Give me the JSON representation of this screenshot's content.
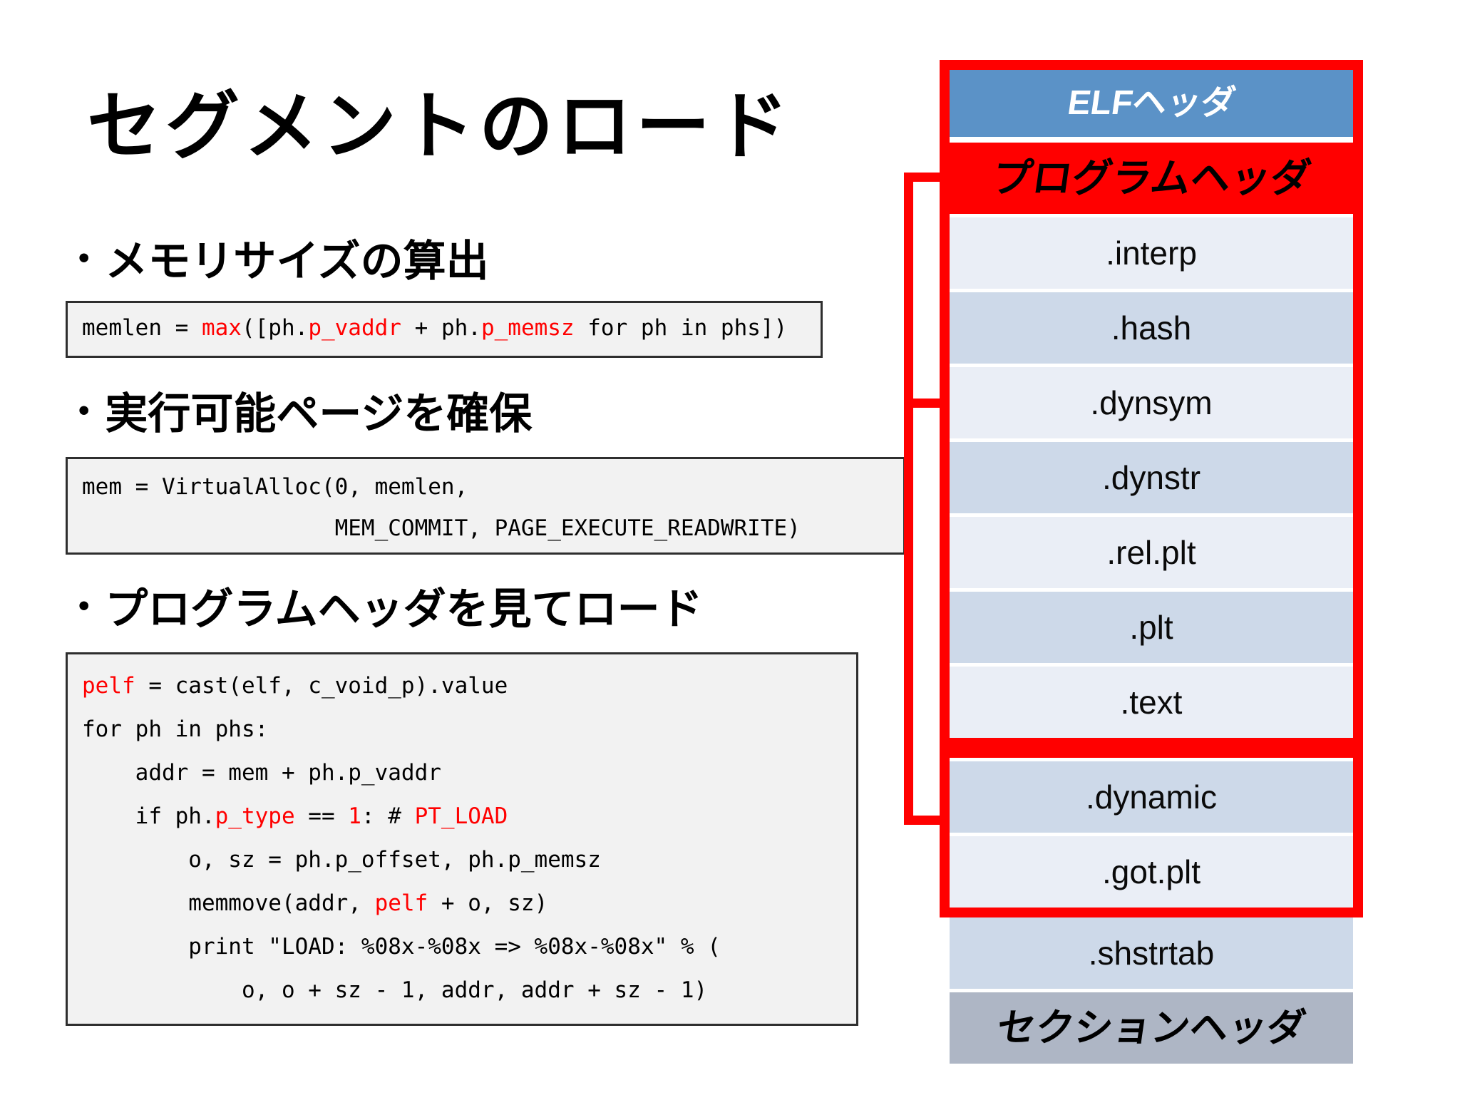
{
  "slide": {
    "title": "セグメントのロード",
    "bullet_char": "•",
    "bullets": [
      {
        "label": "メモリサイズの算出"
      },
      {
        "label": "実行可能ページを確保"
      },
      {
        "label": "プログラムヘッダを見てロード"
      }
    ]
  },
  "code_blocks": [
    {
      "name": "memlen",
      "lines": [
        [
          {
            "t": "memlen = "
          },
          {
            "t": "max",
            "r": true
          },
          {
            "t": "([ph."
          },
          {
            "t": "p_vaddr",
            "r": true
          },
          {
            "t": " + ph."
          },
          {
            "t": "p_memsz",
            "r": true
          },
          {
            "t": " for ph in phs])"
          }
        ]
      ]
    },
    {
      "name": "virtualalloc",
      "lines": [
        [
          {
            "t": "mem = VirtualAlloc(0, memlen,"
          }
        ],
        [
          {
            "t": "                   MEM_COMMIT, PAGE_EXECUTE_READWRITE)"
          }
        ]
      ]
    },
    {
      "name": "load-loop",
      "lines": [
        [
          {
            "t": "pelf",
            "r": true
          },
          {
            "t": " = cast(elf, c_void_p).value"
          }
        ],
        [
          {
            "t": "for ph in phs:"
          }
        ],
        [
          {
            "t": "    addr = mem + ph.p_vaddr"
          }
        ],
        [
          {
            "t": "    if ph."
          },
          {
            "t": "p_type",
            "r": true
          },
          {
            "t": " == "
          },
          {
            "t": "1",
            "r": true
          },
          {
            "t": ": # "
          },
          {
            "t": "PT_LOAD",
            "r": true
          }
        ],
        [
          {
            "t": "        o, sz = ph.p_offset, ph.p_memsz"
          }
        ],
        [
          {
            "t": "        memmove(addr, "
          },
          {
            "t": "pelf",
            "r": true
          },
          {
            "t": " + o, sz)"
          }
        ],
        [
          {
            "t": "        print \"LOAD: %08x-%08x => %08x-%08x\" % ("
          }
        ],
        [
          {
            "t": "            o, o + sz - 1, addr, addr + sz - 1)"
          }
        ]
      ]
    }
  ],
  "diagram": {
    "group1": {
      "header_blue": "ELFヘッダ",
      "header_red": "プログラムヘッダ",
      "sections": [
        ".interp",
        ".hash",
        ".dynsym",
        ".dynstr",
        ".rel.plt",
        ".plt",
        ".text"
      ]
    },
    "group2": {
      "sections": [
        ".dynamic",
        ".got.plt"
      ]
    },
    "tail": {
      "sections": [
        ".shstrtab"
      ],
      "footer": "セクションヘッダ"
    }
  },
  "colors": {
    "accent_red": "#ff0000",
    "header_blue": "#5b92c7",
    "row_light": "#eaeef6",
    "row_dark": "#cdd9e9",
    "footer_gray": "#aeb6c5",
    "code_bg": "#f2f2f2",
    "code_red": "#ff0000"
  }
}
